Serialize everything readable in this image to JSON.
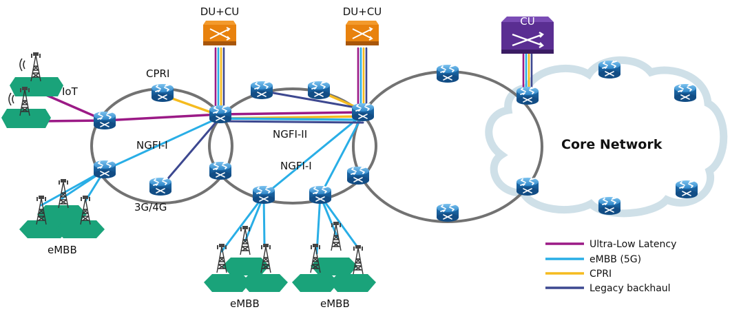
{
  "colors": {
    "ultra_low_latency": "#9b1a86",
    "embb": "#29aee6",
    "cpri": "#f5bb1f",
    "legacy": "#3d4890",
    "ring": "#727272",
    "cloud": "#cfe0e8",
    "router": "#2a7fc0",
    "duc_orange": "#e8820e",
    "cu_purple": "#5a2e92",
    "cell_green": "#1aa37a"
  },
  "labels": {
    "du_cu_1": "DU+CU",
    "du_cu_2": "DU+CU",
    "cu": "CU",
    "iot": "IoT",
    "cpri": "CPRI",
    "ngfi_i_left": "NGFI-I",
    "ngfi_ii": "NGFI-II",
    "ngfi_i_mid": "NGFI-I",
    "g34": "3G/4G",
    "core_network": "Core Network",
    "embb_left": "eMBB",
    "embb_mid": "eMBB",
    "embb_right": "eMBB"
  },
  "legend": [
    {
      "label": "Ultra-Low Latency",
      "color": "#9b1a86"
    },
    {
      "label": "eMBB (5G)",
      "color": "#29aee6"
    },
    {
      "label": "CPRI",
      "color": "#f5bb1f"
    },
    {
      "label": "Legacy backhaul",
      "color": "#3d4890"
    }
  ],
  "icons": {
    "router": "router-icon",
    "switch": "switch-icon",
    "tower": "cell-tower-icon",
    "cloud": "cloud-icon"
  }
}
